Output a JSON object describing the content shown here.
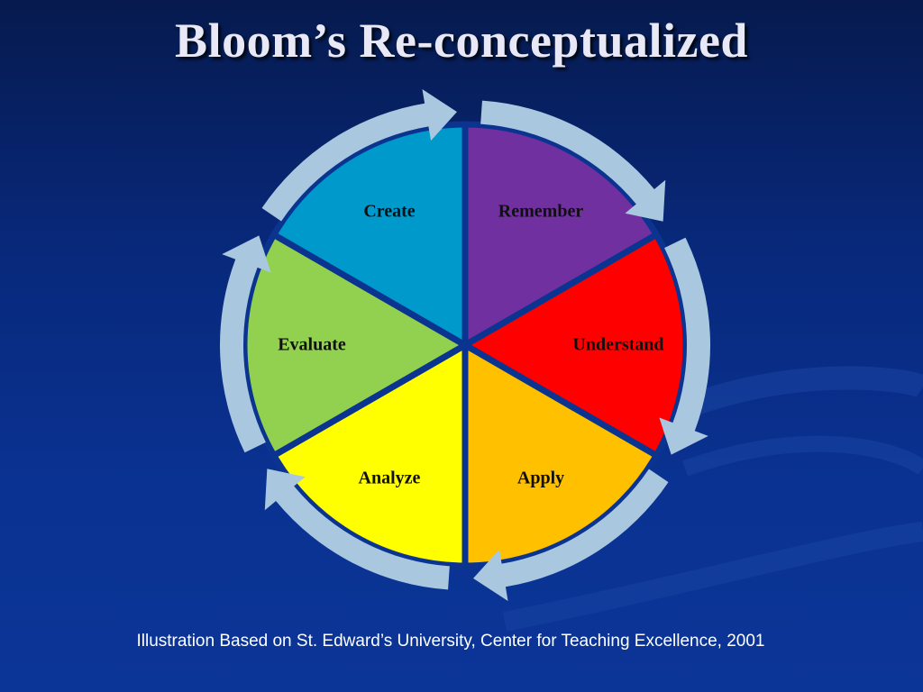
{
  "slide": {
    "title": "Bloom’s Re-conceptualized",
    "caption": "Illustration Based on St. Edward’s University, Center for Teaching Excellence, 2001"
  },
  "cycle": {
    "segments": [
      {
        "label": "Remember",
        "color": "#7030a0"
      },
      {
        "label": "Understand",
        "color": "#ff0000"
      },
      {
        "label": "Apply",
        "color": "#ffc000"
      },
      {
        "label": "Analyze",
        "color": "#ffff00"
      },
      {
        "label": "Evaluate",
        "color": "#92d050"
      },
      {
        "label": "Create",
        "color": "#0099cc"
      }
    ],
    "arrow_color": "#a9c8e0",
    "divider_color": "#0b3490"
  }
}
